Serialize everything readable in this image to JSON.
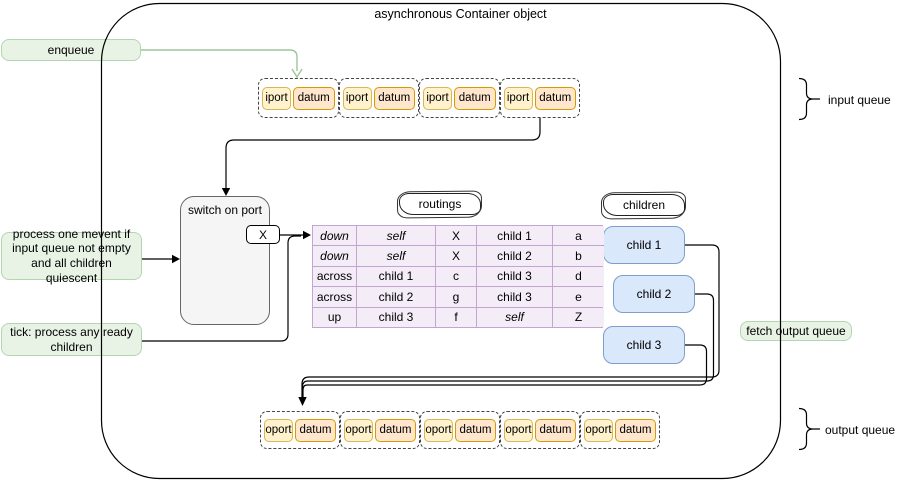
{
  "title": "asynchronous Container object",
  "nodes": {
    "enqueue": "enqueue",
    "process": "process one mevent if input queue not empty and all children quiescent",
    "tick": "tick: process any ready children",
    "fetch": "fetch output queue",
    "switch_on_port": "switch on port",
    "port_x": "X",
    "routings_header": "routings",
    "children_header": "children"
  },
  "braces": {
    "input": "input queue",
    "output": "output queue"
  },
  "input_queue": {
    "pairs": [
      {
        "port": "iport",
        "datum": "datum"
      },
      {
        "port": "iport",
        "datum": "datum"
      },
      {
        "port": "iport",
        "datum": "datum"
      },
      {
        "port": "iport",
        "datum": "datum"
      }
    ]
  },
  "output_queue": {
    "pairs": [
      {
        "port": "oport",
        "datum": "datum"
      },
      {
        "port": "oport",
        "datum": "datum"
      },
      {
        "port": "oport",
        "datum": "datum"
      },
      {
        "port": "oport",
        "datum": "datum"
      },
      {
        "port": "oport",
        "datum": "datum"
      }
    ]
  },
  "children": [
    {
      "label": "child 1"
    },
    {
      "label": "child 2"
    },
    {
      "label": "child 3"
    }
  ],
  "routings_table": {
    "rows": [
      [
        {
          "t": "down",
          "i": 1
        },
        {
          "t": "self",
          "i": 1
        },
        {
          "t": "X"
        },
        {
          "t": "child 1"
        },
        {
          "t": "a"
        }
      ],
      [
        {
          "t": "down",
          "i": 1
        },
        {
          "t": "self",
          "i": 1
        },
        {
          "t": "X"
        },
        {
          "t": "child 2"
        },
        {
          "t": "b"
        }
      ],
      [
        {
          "t": "across"
        },
        {
          "t": "child 1"
        },
        {
          "t": "c"
        },
        {
          "t": "child 3"
        },
        {
          "t": "d"
        }
      ],
      [
        {
          "t": "across"
        },
        {
          "t": "child 2"
        },
        {
          "t": "g"
        },
        {
          "t": "child 3"
        },
        {
          "t": "e"
        }
      ],
      [
        {
          "t": "up"
        },
        {
          "t": "child 3"
        },
        {
          "t": "f"
        },
        {
          "t": "self",
          "i": 1
        },
        {
          "t": "Z"
        }
      ]
    ]
  },
  "colors": {
    "green_fill": "#E8F3E6",
    "green_stroke": "#B3D6B0",
    "green_arrow": "#9CC79A",
    "yellow_fill": "#FFF2CC",
    "yellow_stroke": "#D6B656",
    "orange_fill": "#FFE6CC",
    "orange_stroke": "#D79B00",
    "purple_fill": "#F4EDF8",
    "purple_stroke": "#C2A6D1",
    "blue_fill": "#DAE8FC",
    "blue_stroke": "#7E9FC9",
    "gray_fill": "#F5F5F5",
    "gray_stroke": "#666666"
  }
}
